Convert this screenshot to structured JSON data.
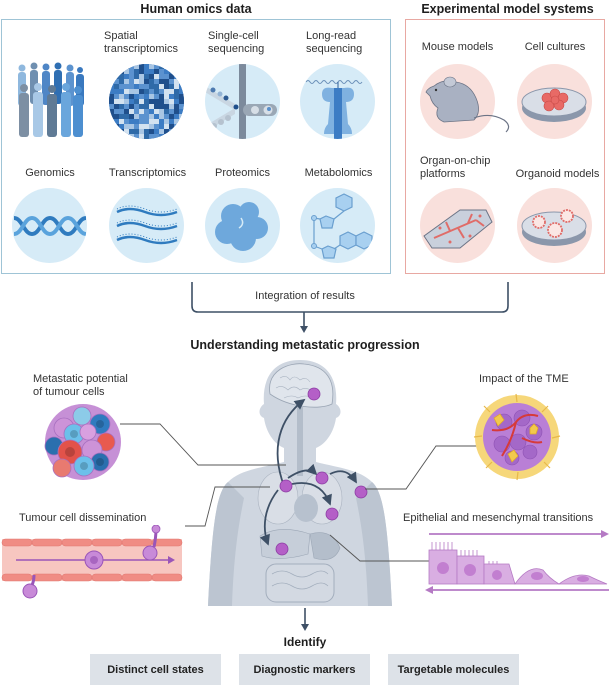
{
  "omics": {
    "title": "Human omics data",
    "items": [
      {
        "label": "Spatial\ntranscriptomics",
        "icon": "spatial-transcriptomics-icon"
      },
      {
        "label": "Single-cell\nsequencing",
        "icon": "single-cell-sequencing-icon"
      },
      {
        "label": "Long-read\nsequencing",
        "icon": "long-read-sequencing-icon"
      },
      {
        "label": "Genomics",
        "icon": "dna-icon"
      },
      {
        "label": "Transcriptomics",
        "icon": "rna-icon"
      },
      {
        "label": "Proteomics",
        "icon": "protein-icon"
      },
      {
        "label": "Metabolomics",
        "icon": "metabolite-icon"
      }
    ]
  },
  "models": {
    "title": "Experimental model systems",
    "items": [
      {
        "label": "Mouse models",
        "icon": "mouse-icon"
      },
      {
        "label": "Cell cultures",
        "icon": "petri-dish-icon"
      },
      {
        "label": "Organ-on-chip\nplatforms",
        "icon": "organ-chip-icon"
      },
      {
        "label": "Organoid models",
        "icon": "organoid-icon"
      }
    ]
  },
  "integration": {
    "label": "Integration of results"
  },
  "understanding": {
    "title": "Understanding metastatic progression",
    "annotations": {
      "metastatic_potential": "Metastatic potential\nof tumour cells",
      "dissemination": "Tumour cell dissemination",
      "tme": "Impact of the TME",
      "emt": "Epithelial and mesenchymal transitions"
    }
  },
  "identify": {
    "title": "Identify",
    "chips": [
      "Distinct cell states",
      "Diagnostic markers",
      "Targetable molecules"
    ]
  },
  "colors": {
    "omics_border": "#9fc4d6",
    "models_border": "#e8a8a2",
    "omics_circle": "#d6ebf7",
    "models_circle": "#f9e0dc",
    "arrow": "#3e5066",
    "chip_bg": "#dde2e8",
    "cell_purple": "#b06ad0"
  }
}
